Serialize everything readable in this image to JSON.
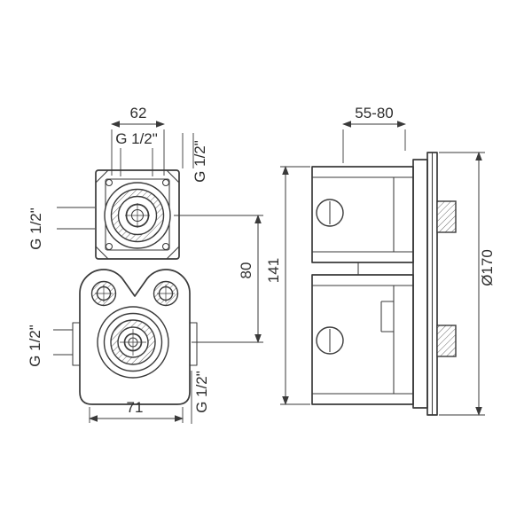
{
  "drawing": {
    "front": {
      "dim_top_width": "62",
      "thread_top": "G 1/2\"",
      "thread_top_right": "G 1/2\"",
      "thread_top_left": "G 1/2\"",
      "dim_port_distance": "80",
      "thread_bottom_left": "G 1/2\"",
      "dim_bottom_width": "71",
      "thread_bottom_right": "G 1/2\""
    },
    "side": {
      "dim_depth_range": "55-80",
      "dim_body_height": "141",
      "dim_plate_diameter": "Ø170"
    },
    "colors": {
      "line": "#3a3a3a",
      "background": "#ffffff"
    }
  }
}
